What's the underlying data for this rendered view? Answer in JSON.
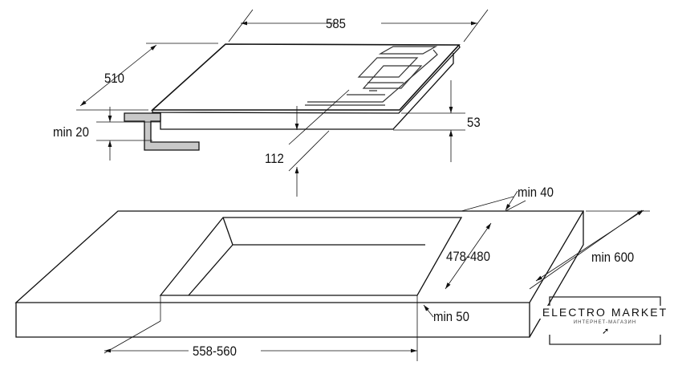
{
  "dimensions": {
    "hob_width": "585",
    "hob_depth": "510",
    "min_worktop_thickness": "min 20",
    "height_below_top": "53",
    "clearance": "112",
    "min_rear_distance": "min 40",
    "cutout_depth": "478-480",
    "min_worktop_depth": "min 600",
    "min_front_distance": "min 50",
    "cutout_width": "558-560"
  },
  "logo": {
    "title": "ELECTRO MARKET",
    "subtitle": "ИНТЕРНЕТ-МАГАЗИН"
  }
}
